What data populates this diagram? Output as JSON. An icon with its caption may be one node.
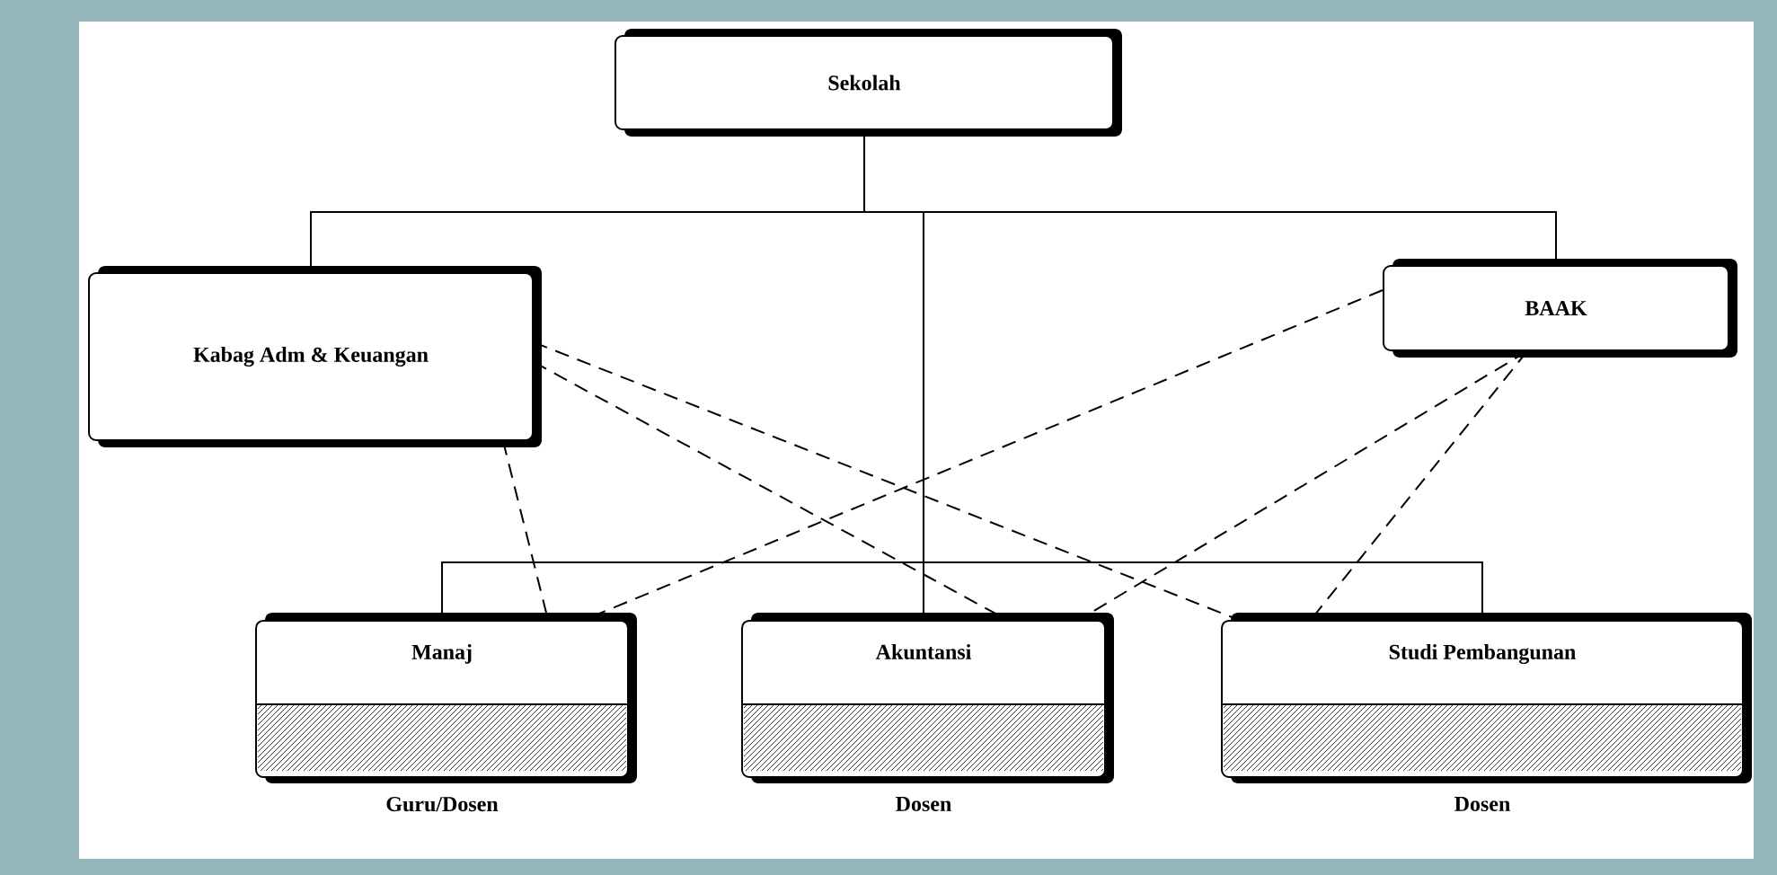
{
  "diagram": {
    "nodes": [
      {
        "text": [
          "Sekolah"
        ]
      },
      {
        "text": [
          "Kabag Adm & Keuangan"
        ]
      },
      {
        "text": [
          "BAAK"
        ]
      },
      {
        "text": [
          "Manaj"
        ],
        "beside": [
          "Guru/Dosen"
        ]
      },
      {
        "text": [
          "Akuntansi"
        ],
        "beside": [
          "Dosen"
        ]
      },
      {
        "text": [
          "Studi Pembangunan"
        ],
        "beside": [
          "Dosen"
        ]
      }
    ],
    "edges": [
      {
        "from": 0,
        "to": 1,
        "arrow": "none"
      },
      {
        "from": 0,
        "to": 2,
        "arrow": "none"
      },
      {
        "from": 0,
        "to": 3,
        "arrow": "none"
      },
      {
        "from": 0,
        "to": 4,
        "arrow": "none"
      },
      {
        "from": 0,
        "to": 5,
        "arrow": "none"
      },
      {
        "from": 1,
        "to": 3,
        "arrow": "none",
        "style": "dashed"
      },
      {
        "from": 1,
        "to": 4,
        "arrow": "none",
        "style": "dashed"
      },
      {
        "from": 1,
        "to": 5,
        "arrow": "none",
        "style": "dashed"
      },
      {
        "from": 2,
        "to": 3,
        "arrow": "none",
        "style": "dashed"
      },
      {
        "from": 2,
        "to": 4,
        "arrow": "none",
        "style": "dashed"
      },
      {
        "from": 2,
        "to": 5,
        "arrow": "none",
        "style": "dashed"
      }
    ]
  }
}
